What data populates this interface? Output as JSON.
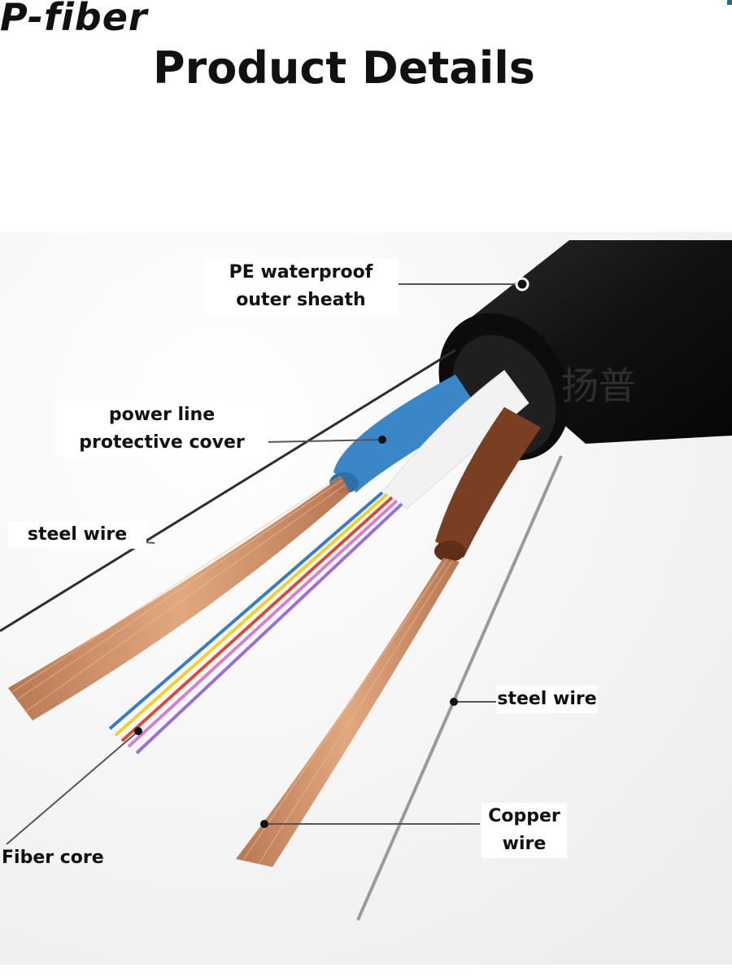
{
  "brand": "P-fiber",
  "title": "Product Details",
  "watermark": "扬普",
  "colors": {
    "sheath": "#151515",
    "copper": "#c9885e",
    "blue_cover": "#3a86c6",
    "white_tube": "#f2f2f2",
    "brown_cover": "#7a3f22",
    "steel": "#9a9a9a"
  },
  "labels": {
    "pe_sheath": [
      "PE waterproof",
      "outer sheath"
    ],
    "power_cover": [
      "power line",
      "protective cover"
    ],
    "steel_left": "steel wire",
    "steel_right": "steel wire",
    "copper": [
      "Copper",
      "wire"
    ],
    "fiber": "Fiber core"
  }
}
